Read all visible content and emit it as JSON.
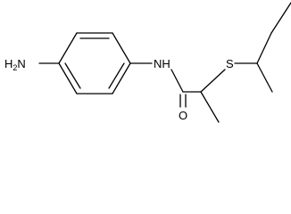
{
  "structure": {
    "atoms": {
      "amine": {
        "main": "H",
        "subscript": "2",
        "suffix": "N"
      },
      "amide_nh": "NH",
      "sulfur": "S",
      "carbonyl_oxygen": "O"
    },
    "colors": {
      "bonds": "#000000",
      "labels": "#000000",
      "background": "#ffffff"
    }
  }
}
